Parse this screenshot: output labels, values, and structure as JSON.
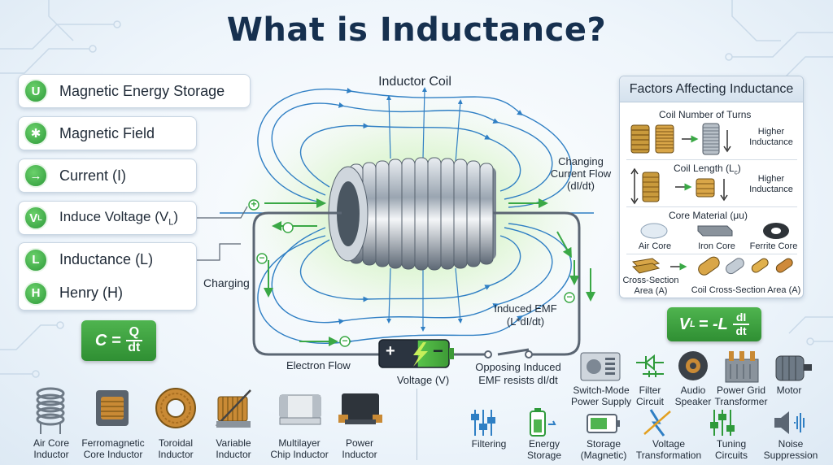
{
  "title": "What is Inductance?",
  "coil_label": "Inductor Coil",
  "concepts": [
    {
      "badge": "U",
      "label": "Magnetic Energy Storage"
    },
    {
      "badge": "✱",
      "label": "Magnetic Field"
    },
    {
      "badge": "→",
      "label": "Current (I)"
    },
    {
      "badge": "V",
      "badge_sub": "L",
      "label": "Induce Voltage (V",
      "label_sub": "L",
      "label_end": ")"
    },
    {
      "badge": "L",
      "label": "Inductance (L)"
    },
    {
      "badge": "H",
      "label": "Henry (H)"
    }
  ],
  "formula_left": {
    "lhs": "C =",
    "num": "Q",
    "den": "dt"
  },
  "formula_right": {
    "lhs": "V",
    "lhs_sub": "L",
    "mid": "= -L",
    "num": "dI",
    "den": "dt"
  },
  "circuit": {
    "changing_current": [
      "Changing",
      "Current Flow",
      "(dI/dt)"
    ],
    "charging": "Charging",
    "electron_flow": "Electron Flow",
    "voltage": "Voltage (V)",
    "induced_emf": [
      "Induced EMF",
      "(L*dI/dt)"
    ],
    "opposing": [
      "Opposing Induced",
      "EMF resists dI/dt"
    ],
    "plus": "+",
    "minus": "−",
    "battery_plus": "+",
    "battery_minus": "−"
  },
  "factors": {
    "title": "Factors Affecting Inductance",
    "turns": {
      "label": "Coil Number of Turns",
      "result": [
        "Higher",
        "Inductance"
      ]
    },
    "length": {
      "label": "Coil Length (L",
      "label_sub": "c",
      "label_end": ")",
      "result": [
        "Higher",
        "Inductance"
      ]
    },
    "material": {
      "label": "Core Material (μu)",
      "items": [
        "Air Core",
        "Iron Core",
        "Ferrite Core"
      ]
    },
    "area": {
      "left": [
        "Cross-Section",
        "Area (A)"
      ],
      "right": "Coil Cross-Section Area (A)"
    }
  },
  "inductor_types": [
    [
      "Air Core",
      "Inductor"
    ],
    [
      "Ferromagnetic",
      "Core Inductor"
    ],
    [
      "Toroidal",
      "Inductor"
    ],
    [
      "Variable",
      "Inductor"
    ],
    [
      "Multilayer",
      "Chip Inductor"
    ],
    [
      "Power",
      "Inductor"
    ]
  ],
  "devices": [
    [
      "Switch-Mode",
      "Power Supply"
    ],
    [
      "Filter",
      "Circuit"
    ],
    [
      "Audio",
      "Speaker"
    ],
    [
      "Power Grid",
      "Transformer"
    ],
    [
      "Motor"
    ]
  ],
  "applications": [
    [
      "Filtering"
    ],
    [
      "Energy",
      "Storage"
    ],
    [
      "Storage",
      "(Magnetic)"
    ],
    [
      "Voltage",
      "Transformation"
    ],
    [
      "Tuning",
      "Circuits"
    ],
    [
      "Noise",
      "Suppression"
    ]
  ],
  "colors": {
    "green": "#3aa845",
    "blue_field": "#2f7fc4",
    "title": "#16304f",
    "wire": "#5b6673"
  }
}
